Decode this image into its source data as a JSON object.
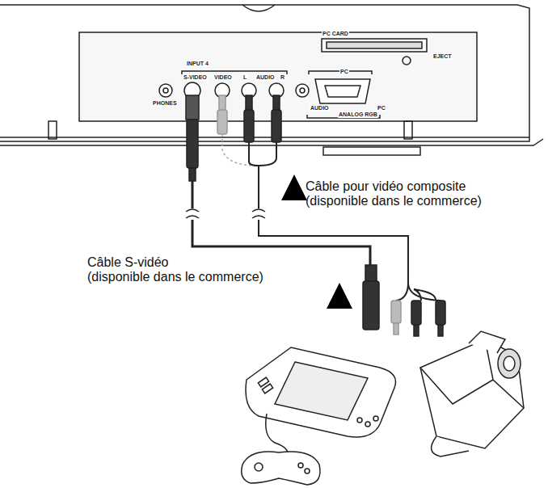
{
  "diagram": {
    "labels": [
      "INPUT 4",
      "S-VIDEO",
      "VIDEO",
      "L",
      "AUDIO",
      "R",
      "PHONES",
      "PC CARD",
      "PC",
      "EJECT",
      "AUDIO",
      "ANALOG RGB",
      "PC",
      "Câble pour vidéo composite (disponible dans le commerce)",
      "Câble S-vidéo (disponible dans le commerce)"
    ]
  }
}
